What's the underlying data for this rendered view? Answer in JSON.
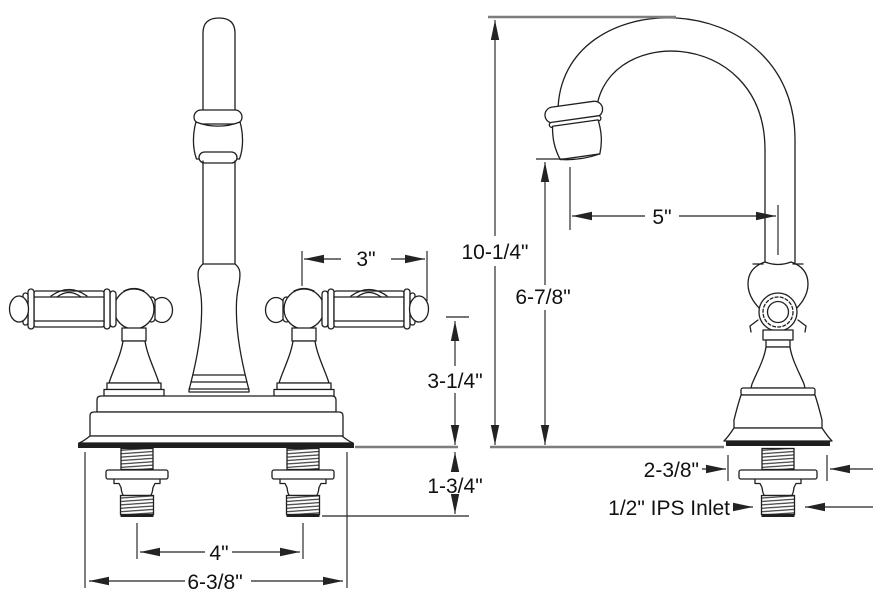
{
  "drawing": {
    "kind": "faucet dimension diagram",
    "colors": {
      "background": "#ffffff",
      "line": "#1f1f1f",
      "dimension_line": "#232323",
      "reference_line": "#7d7d7d"
    },
    "dims": {
      "handle_length": "3\"",
      "overall_height": "10-1/4\"",
      "outlet_height": "6-7/8\"",
      "spout_reach": "5\"",
      "deck_to_handle": "3-1/4\"",
      "below_deck_clearance": "1-3/4\"",
      "escutcheon_width": "2-3/8\"",
      "handle_centers": "4\"",
      "overall_base_width": "6-3/8\"",
      "inlet": "1/2\" IPS Inlet"
    }
  }
}
